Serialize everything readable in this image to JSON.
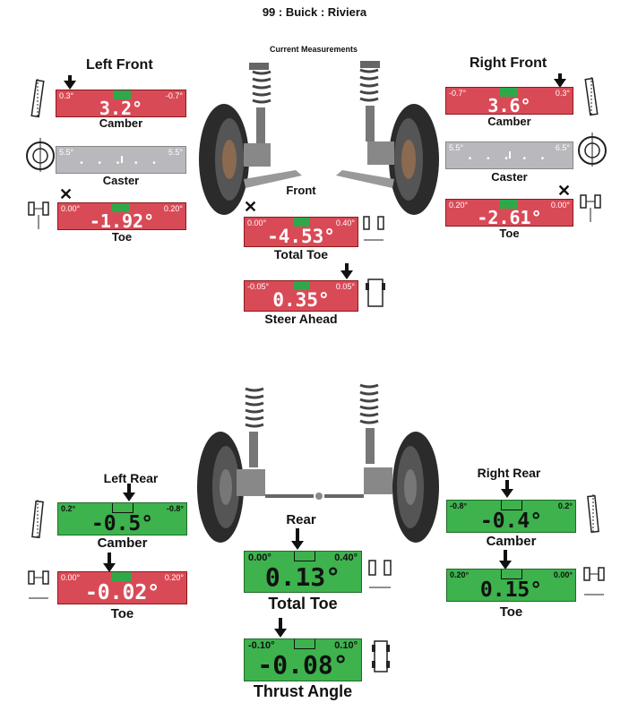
{
  "header": {
    "title": "99 : Buick : Riviera",
    "subtitle": "Current Measurements"
  },
  "front": {
    "left_title": "Left Front",
    "right_title": "Right Front",
    "center_label": "Front",
    "left_camber": {
      "min": "0.3°",
      "max": "-0.7°",
      "value": "3.2°",
      "label": "Camber",
      "status": "out"
    },
    "left_caster": {
      "min": "5.5°",
      "max": "5.5°",
      "value": "",
      "label": "Caster",
      "status": "na"
    },
    "left_toe": {
      "min": "0.00°",
      "max": "0.20°",
      "value": "-1.92°",
      "label": "Toe",
      "status": "out"
    },
    "right_camber": {
      "min": "-0.7°",
      "max": "0.3°",
      "value": "3.6°",
      "label": "Camber",
      "status": "out"
    },
    "right_caster": {
      "min": "5.5°",
      "max": "6.5°",
      "value": "",
      "label": "Caster",
      "status": "na"
    },
    "right_toe": {
      "min": "0.20°",
      "max": "0.00°",
      "value": "-2.61°",
      "label": "Toe",
      "status": "out"
    },
    "total_toe": {
      "min": "0.00°",
      "max": "0.40°",
      "value": "-4.53°",
      "label": "Total Toe",
      "status": "out"
    },
    "steer_ahead": {
      "min": "-0.05°",
      "max": "0.05°",
      "value": "0.35°",
      "label": "Steer Ahead",
      "status": "out"
    }
  },
  "rear": {
    "left_title": "Left Rear",
    "right_title": "Right Rear",
    "center_label": "Rear",
    "left_camber": {
      "min": "0.2°",
      "max": "-0.8°",
      "value": "-0.5°",
      "label": "Camber",
      "status": "in"
    },
    "left_toe": {
      "min": "0.00°",
      "max": "0.20°",
      "value": "-0.02°",
      "label": "Toe",
      "status": "out"
    },
    "right_camber": {
      "min": "-0.8°",
      "max": "0.2°",
      "value": "-0.4°",
      "label": "Camber",
      "status": "in"
    },
    "right_toe": {
      "min": "0.20°",
      "max": "0.00°",
      "value": "0.15°",
      "label": "Toe",
      "status": "in"
    },
    "total_toe": {
      "min": "0.00°",
      "max": "0.40°",
      "value": "0.13°",
      "label": "Total Toe",
      "status": "in"
    },
    "thrust_angle": {
      "min": "-0.10°",
      "max": "0.10°",
      "value": "-0.08°",
      "label": "Thrust Angle",
      "status": "in"
    }
  },
  "colors": {
    "out_of_spec": "#d94a57",
    "in_spec": "#3db24d",
    "not_available": "#b8b8bd",
    "notch": "#2fa84a"
  }
}
